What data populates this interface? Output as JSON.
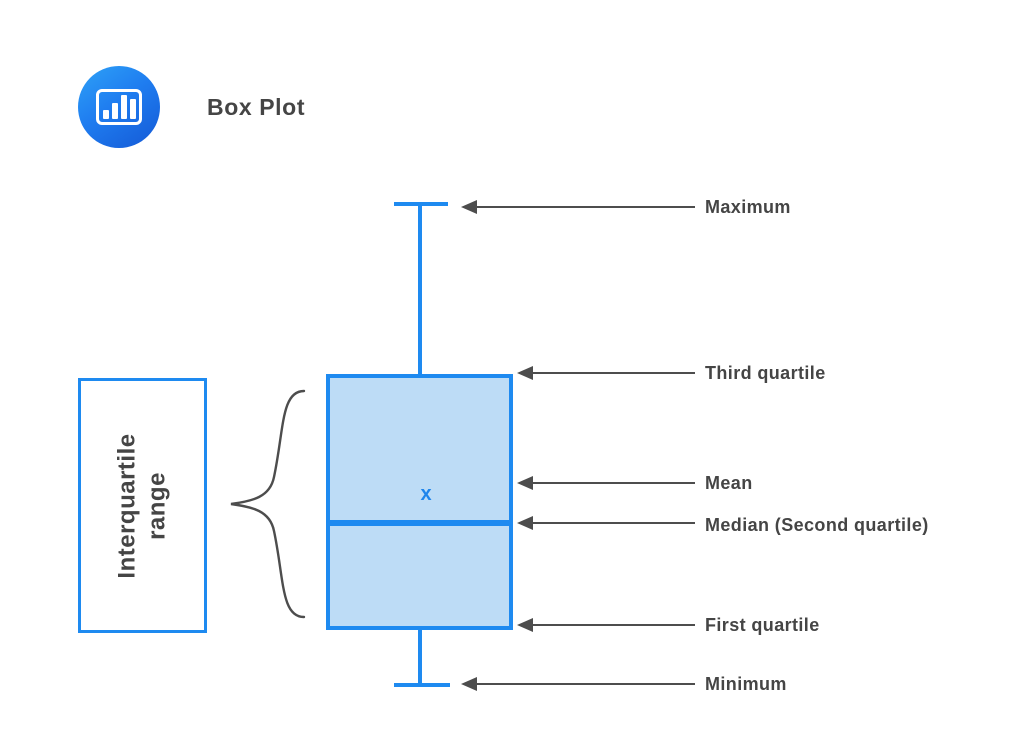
{
  "header": {
    "title": "Box Plot",
    "logo_icon": "bar-chart-icon"
  },
  "diagram": {
    "type": "boxplot-anatomy",
    "mean_marker": "x",
    "iqr_label": "Interquartile range",
    "annotations": [
      {
        "label": "Maximum"
      },
      {
        "label": "Third quartile"
      },
      {
        "label": "Mean"
      },
      {
        "label": "Median (Second quartile)"
      },
      {
        "label": "First quartile"
      },
      {
        "label": "Minimum"
      }
    ],
    "colors": {
      "accent_blue": "#1e8af0",
      "box_fill": "#bddcf6",
      "arrow_gray": "#4d4d4d",
      "text_gray": "#454545",
      "logo_gradient_start": "#2ea2f7",
      "logo_gradient_end": "#1459d6"
    }
  }
}
